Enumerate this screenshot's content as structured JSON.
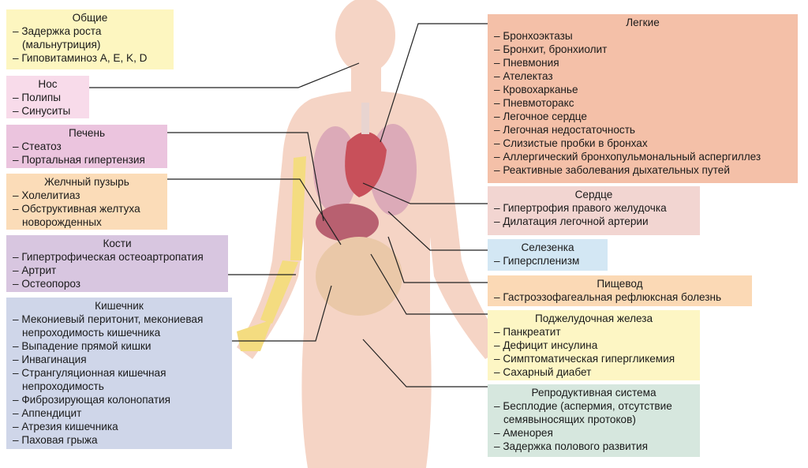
{
  "boxes": [
    {
      "id": "general",
      "title": "Общие",
      "items": [
        "– Задержка роста (мальнутриция)",
        "– Гиповитаминоз A, E, K, D"
      ],
      "color": "#fdf6c0"
    },
    {
      "id": "nose",
      "title": "Нос",
      "items": [
        "– Полипы",
        "– Синуситы"
      ],
      "color": "#f8dbea"
    },
    {
      "id": "liver",
      "title": "Печень",
      "items": [
        "– Стеатоз",
        "– Портальная гипертензия"
      ],
      "color": "#ebc4de"
    },
    {
      "id": "gallbladder",
      "title": "Желчный пузырь",
      "items": [
        "– Холелитиаз",
        "– Обструктивная желтуха новорожденных"
      ],
      "color": "#fbdcb8"
    },
    {
      "id": "bones",
      "title": "Кости",
      "items": [
        "– Гипертрофическая остеоартропатия",
        "– Артрит",
        "– Остеопороз"
      ],
      "color": "#d8c6e0"
    },
    {
      "id": "intestine",
      "title": "Кишечник",
      "items": [
        "– Мекониевый перитонит, мекониевая непроходимость кишечника",
        "– Выпадение прямой кишки",
        "– Инвагинация",
        "– Странгуляционная кишечная непроходимость",
        "– Фиброзирующая колонопатия",
        "– Аппендицит",
        "– Атрезия кишечника",
        "– Паховая грыжа"
      ],
      "color": "#cfd6e9"
    },
    {
      "id": "lungs",
      "title": "Легкие",
      "items": [
        "– Бронхоэктазы",
        "– Бронхит, бронхиолит",
        "– Пневмония",
        "– Ателектаз",
        "– Кровохарканье",
        "– Пневмоторакс",
        "– Легочное сердце",
        "– Легочная недостаточность",
        "– Слизистые пробки в бронхах",
        "– Аллергический бронхопульмональный аспергиллез",
        "– Реактивные заболевания дыхательных путей"
      ],
      "color": "#f4c0a8"
    },
    {
      "id": "heart",
      "title": "Сердце",
      "items": [
        "– Гипертрофия правого желудочка",
        "– Дилатация легочной артерии"
      ],
      "color": "#f2d5d1"
    },
    {
      "id": "spleen",
      "title": "Селезенка",
      "items": [
        "– Гиперспленизм"
      ],
      "color": "#d3e7f4"
    },
    {
      "id": "esophagus",
      "title": "Пищевод",
      "items": [
        "– Гастроэзофагеальная рефлюксная болезнь"
      ],
      "color": "#fbd9b5"
    },
    {
      "id": "pancreas",
      "title": "Поджелудочная железа",
      "items": [
        "– Панкреатит",
        "– Дефицит инсулина",
        "– Симптоматическая гипергликемия",
        "– Сахарный диабет"
      ],
      "color": "#fdf6c4"
    },
    {
      "id": "reproductive",
      "title": "Репродуктивная система",
      "items": [
        "– Бесплодие (аспермия, отсутствие семявыносящих протоков)",
        "– Аменорея",
        "– Задержка полового развития"
      ],
      "color": "#d6e7de"
    }
  ],
  "colors": {
    "skin": "#f5d4c5",
    "line": "#222222"
  }
}
